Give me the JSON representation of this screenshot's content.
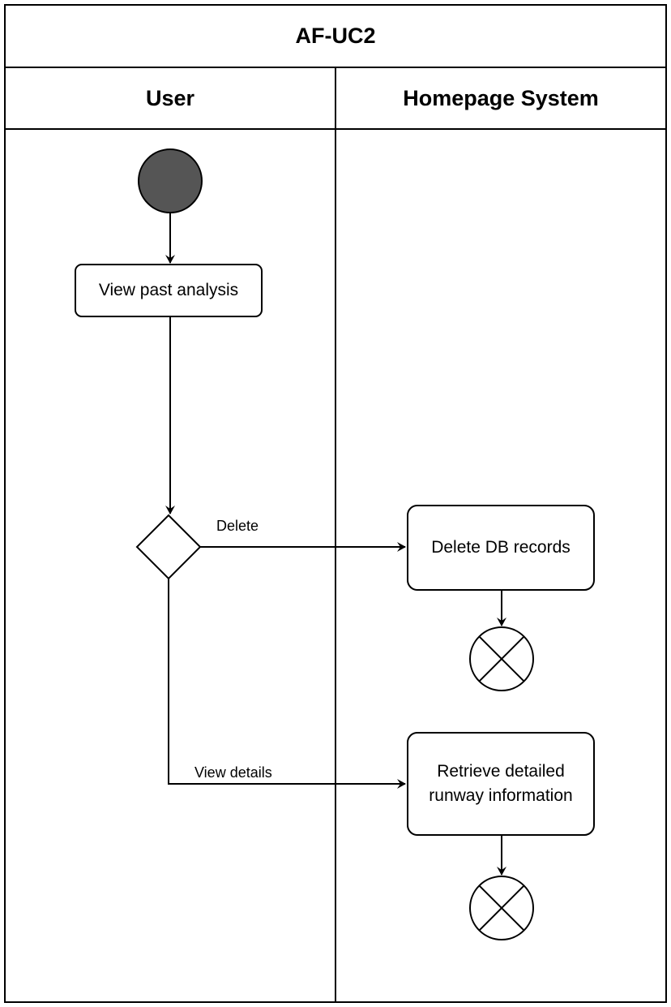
{
  "diagram": {
    "title": "AF-UC2",
    "lanes": [
      {
        "name": "User"
      },
      {
        "name": "Homepage System"
      }
    ],
    "nodes": {
      "view_past_analysis": "View past analysis",
      "delete_db_records": "Delete DB records",
      "retrieve_details_line1": "Retrieve detailed",
      "retrieve_details_line2": "runway information"
    },
    "edges": {
      "delete_label": "Delete",
      "view_details_label": "View details"
    },
    "colors": {
      "stroke": "#000000",
      "start_fill": "#555555",
      "background": "#ffffff"
    }
  }
}
